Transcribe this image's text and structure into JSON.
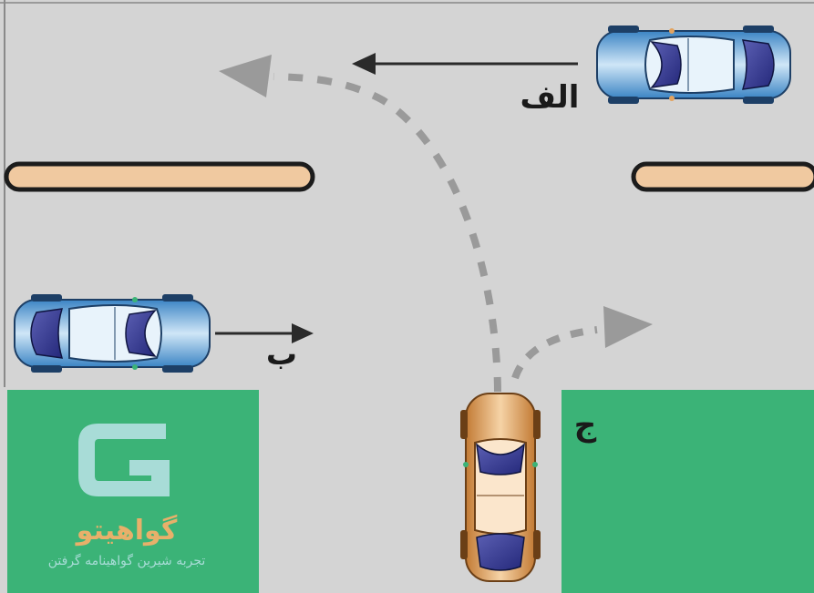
{
  "labels": {
    "car_a": "الف",
    "car_b": "ب",
    "car_c": "ج"
  },
  "logo": {
    "name": "گواهیتو",
    "tagline": "تجربه شیرین گواهینامه گرفتن"
  },
  "colors": {
    "road": "#d4d4d4",
    "grass": "#3bb377",
    "divider_fill": "#f0c9a0",
    "blue_car": "#5aa3d8",
    "orange_car": "#e3a35f",
    "arrow_solid": "#2a2a2a",
    "arrow_dashed": "#9a9a9a",
    "logo_icon": "#a8dcd7",
    "logo_text": "#e8b06a"
  },
  "icons": {
    "car_a": "car-blue-facing-left",
    "car_b": "car-blue-facing-right",
    "car_c": "car-orange-facing-up",
    "logo": "gavahito-g-logo"
  }
}
